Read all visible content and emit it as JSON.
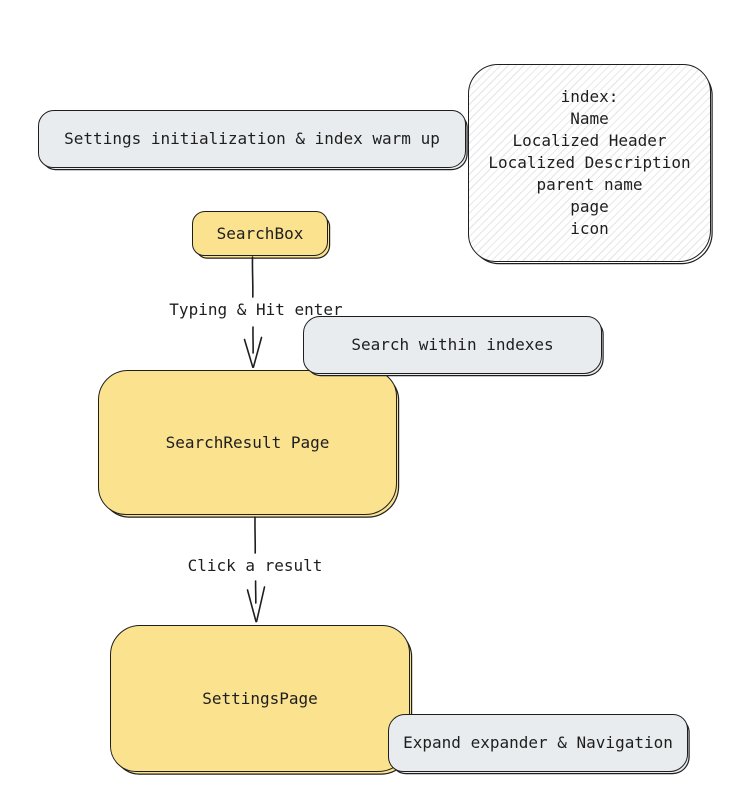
{
  "diagram": {
    "nodes": {
      "settings_init": {
        "label": "Settings initialization & index warm up"
      },
      "index_note": {
        "lines": [
          "index:",
          "Name",
          "Localized Header",
          "Localized Description",
          "parent name",
          "page",
          "icon"
        ]
      },
      "searchbox": {
        "label": "SearchBox"
      },
      "search_within": {
        "label": "Search within indexes"
      },
      "searchresult": {
        "label": "SearchResult Page"
      },
      "settingspage": {
        "label": "SettingsPage"
      },
      "expand_nav": {
        "label": "Expand expander & Navigation"
      }
    },
    "edges": {
      "typing": {
        "label": "Typing & Hit enter"
      },
      "click": {
        "label": "Click a result"
      }
    },
    "colors": {
      "node_yellow": "#fae28f",
      "node_gray": "#e9ecef",
      "stroke": "#1e1e1e",
      "hatch_line": "#e3e3e8",
      "canvas_bg": "#ffffff"
    }
  }
}
